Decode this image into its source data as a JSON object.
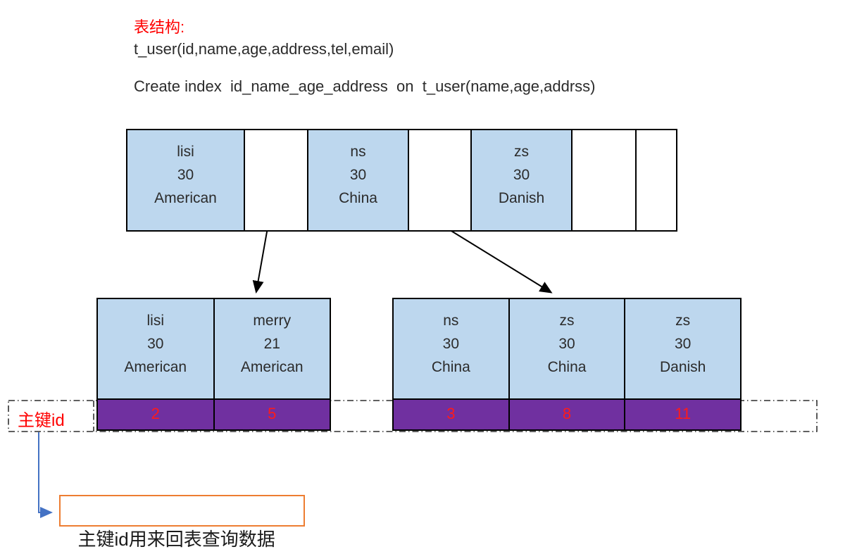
{
  "header": {
    "schema_label": "表结构:",
    "table_definition": "t_user(id,name,age,address,tel,email)",
    "create_index_statement": "Create index  id_name_age_address  on  t_user(name,age,addrss)"
  },
  "colors": {
    "key_cell_blue": "#BDD7EE",
    "pk_cell_purple": "#7030A0",
    "red_text": "#FF0000",
    "callout_border_orange": "#ED7D31",
    "elbow_arrow_blue": "#4472C4",
    "line_black": "#000000"
  },
  "index_tree": {
    "root_node": {
      "keys": [
        {
          "lines": [
            "lisi",
            "30",
            "American"
          ]
        },
        {
          "lines": [
            "ns",
            "30",
            "China"
          ]
        },
        {
          "lines": [
            "zs",
            "30",
            "Danish"
          ]
        }
      ]
    },
    "leaf_nodes": [
      {
        "entries": [
          {
            "lines": [
              "lisi",
              "30",
              "American"
            ],
            "pk": "2"
          },
          {
            "lines": [
              "merry",
              "21",
              "American"
            ],
            "pk": "5"
          }
        ]
      },
      {
        "entries": [
          {
            "lines": [
              "ns",
              "30",
              "China"
            ],
            "pk": "3"
          },
          {
            "lines": [
              "zs",
              "30",
              "China"
            ],
            "pk": "8"
          },
          {
            "lines": [
              "zs",
              "30",
              "Danish"
            ],
            "pk": "11"
          }
        ]
      }
    ]
  },
  "pk_row": {
    "label": "主键id"
  },
  "callout": {
    "text": "主键id用来回表查询数据"
  }
}
